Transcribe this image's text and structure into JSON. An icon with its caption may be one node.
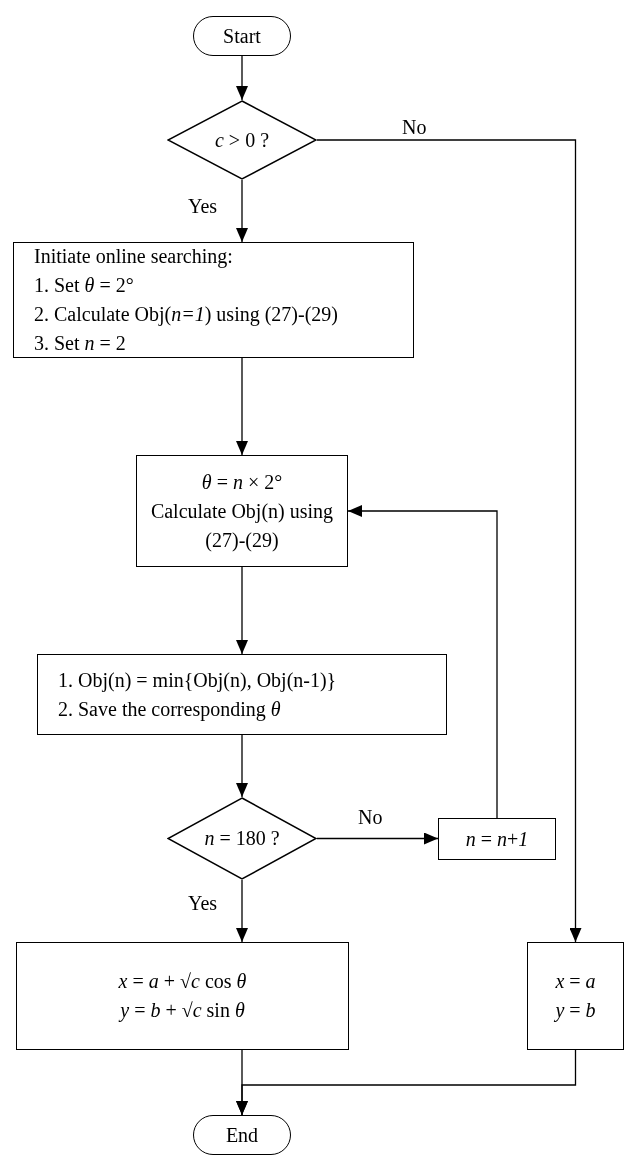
{
  "diagram": {
    "nodes": [
      {
        "text": [
          "Start"
        ]
      },
      {
        "text": [
          "*c* > 0 ?"
        ]
      },
      {
        "text": [
          "Initiate online searching:",
          "1. Set *θ* = 2°",
          "2. Calculate Obj(*n=1*) using (27)-(29)",
          "3. Set *n* = 2"
        ]
      },
      {
        "text": [
          "*θ* = *n* × 2°",
          "Calculate Obj(n) using (27)-(29)"
        ]
      },
      {
        "text": [
          "1. Obj(n) = min{Obj(n), Obj(n-1)}",
          "2. Save the corresponding *θ*"
        ]
      },
      {
        "text": [
          "*n* = 180 ?"
        ]
      },
      {
        "text": [
          "*n* = *n*+*1*"
        ]
      },
      {
        "text": [
          "*x* = *a* + √*c* cos *θ*",
          "*y* = *b* + √*c* sin *θ*"
        ]
      },
      {
        "text": [
          "*x* = *a*",
          "*y* = *b*"
        ]
      },
      {
        "text": [
          "End"
        ]
      }
    ],
    "edges": [
      {
        "from": 0,
        "to": 1,
        "arrow": "to"
      },
      {
        "from": 1,
        "to": 2,
        "arrow": "to",
        "label": "Yes"
      },
      {
        "from": 1,
        "to": 8,
        "arrow": "to",
        "label": "No"
      },
      {
        "from": 2,
        "to": 3,
        "arrow": "to"
      },
      {
        "from": 3,
        "to": 4,
        "arrow": "to"
      },
      {
        "from": 4,
        "to": 5,
        "arrow": "to"
      },
      {
        "from": 5,
        "to": 6,
        "arrow": "to",
        "label": "No"
      },
      {
        "from": 6,
        "to": 3,
        "arrow": "to"
      },
      {
        "from": 5,
        "to": 7,
        "arrow": "to",
        "label": "Yes"
      },
      {
        "from": 7,
        "to": 9,
        "arrow": "to"
      },
      {
        "from": 8,
        "to": 9,
        "arrow": "to"
      }
    ]
  }
}
